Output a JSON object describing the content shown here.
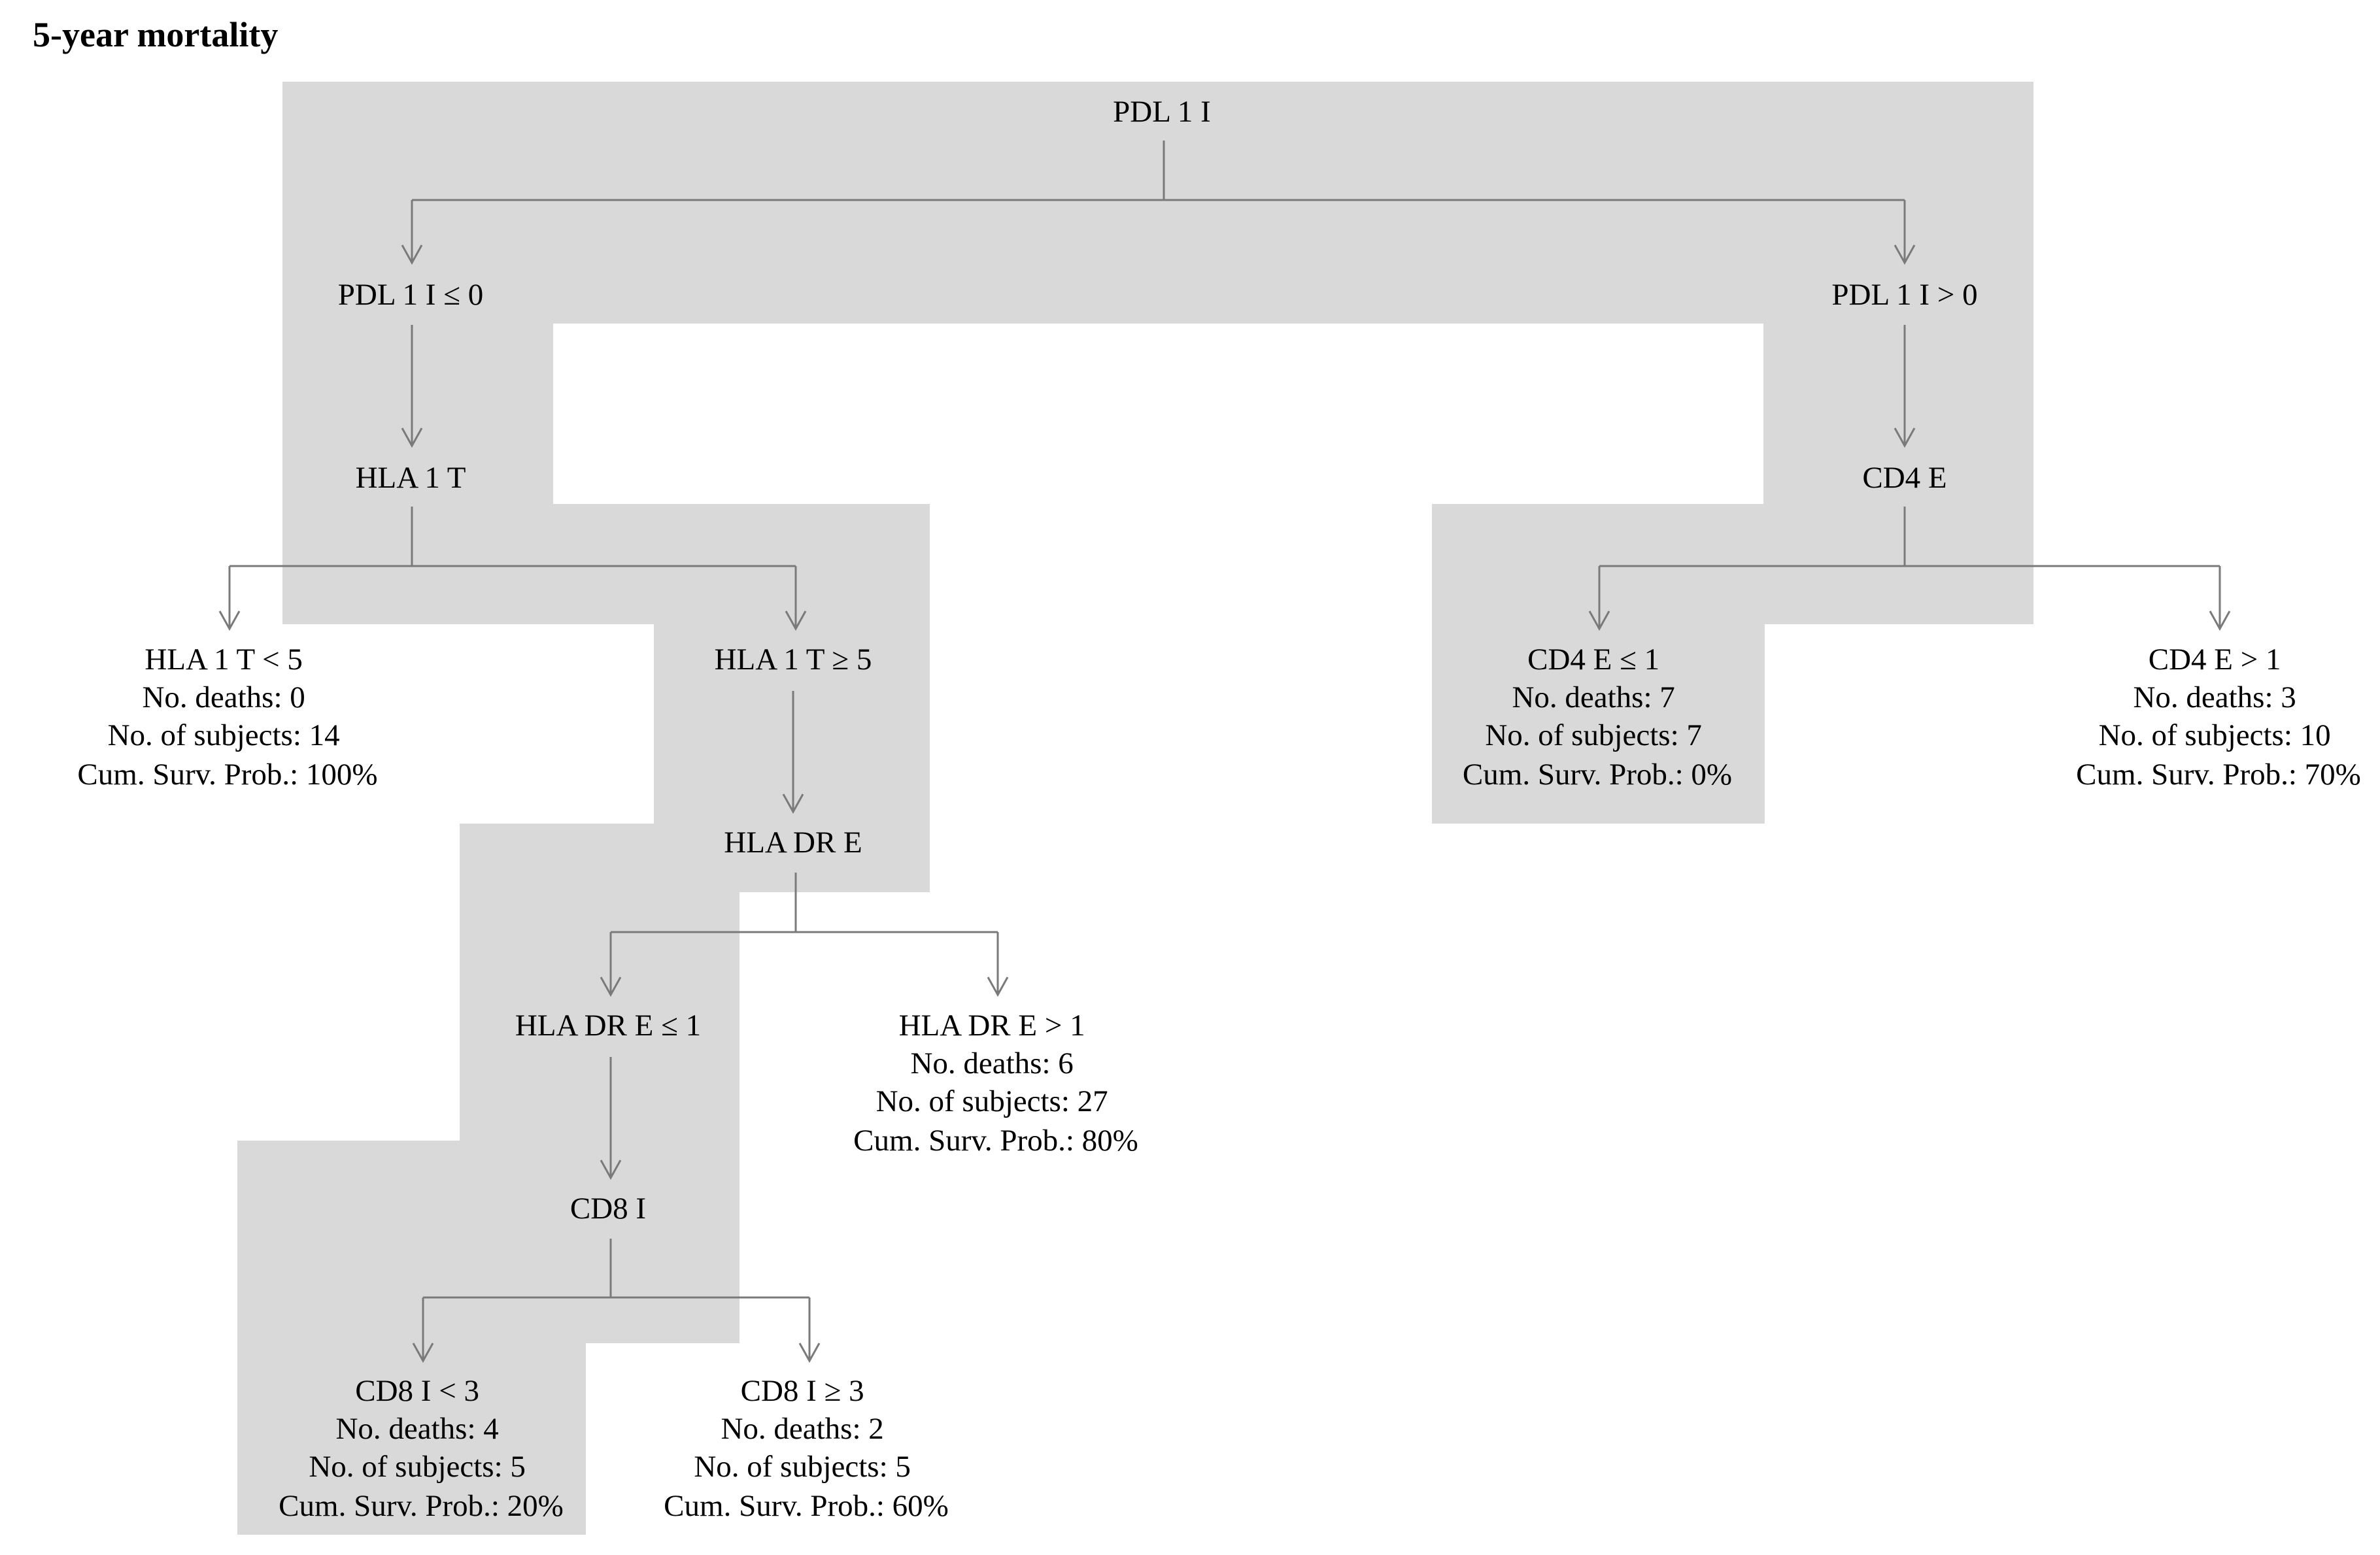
{
  "title": "5-year mortality",
  "nodes": {
    "root": [
      "PDL 1 I"
    ],
    "pdl_le0": [
      "PDL 1 I ≤ 0"
    ],
    "pdl_gt0": [
      "PDL 1 I > 0"
    ],
    "hla1t": [
      "HLA 1 T"
    ],
    "cd4e": [
      "CD4 E"
    ],
    "hla_lt5": [
      "HLA 1 T < 5",
      "No. deaths: 0",
      "No. of subjects: 14",
      "Cum. Surv. Prob.: 100%"
    ],
    "hla_ge5": [
      "HLA 1 T ≥ 5"
    ],
    "cd4_le1": [
      "CD4 E ≤ 1",
      "No. deaths: 7",
      "No. of subjects: 7",
      "Cum. Surv. Prob.: 0%"
    ],
    "cd4_gt1": [
      "CD4 E > 1",
      "No. deaths: 3",
      "No. of subjects: 10",
      "Cum. Surv. Prob.: 70%"
    ],
    "hladr": [
      "HLA DR E"
    ],
    "hladr_le1": [
      "HLA DR E ≤ 1"
    ],
    "hladr_gt1": [
      "HLA DR E > 1",
      "No. deaths: 6",
      "No. of subjects: 27",
      "Cum. Surv. Prob.: 80%"
    ],
    "cd8": [
      "CD8 I"
    ],
    "cd8_lt3": [
      "CD8 I < 3",
      "No. deaths: 4",
      "No. of subjects: 5",
      "Cum. Surv. Prob.: 20%"
    ],
    "cd8_ge3": [
      "CD8 I ≥ 3",
      "No. deaths: 2",
      "No. of subjects: 5",
      "Cum. Surv. Prob.: 60%"
    ]
  }
}
